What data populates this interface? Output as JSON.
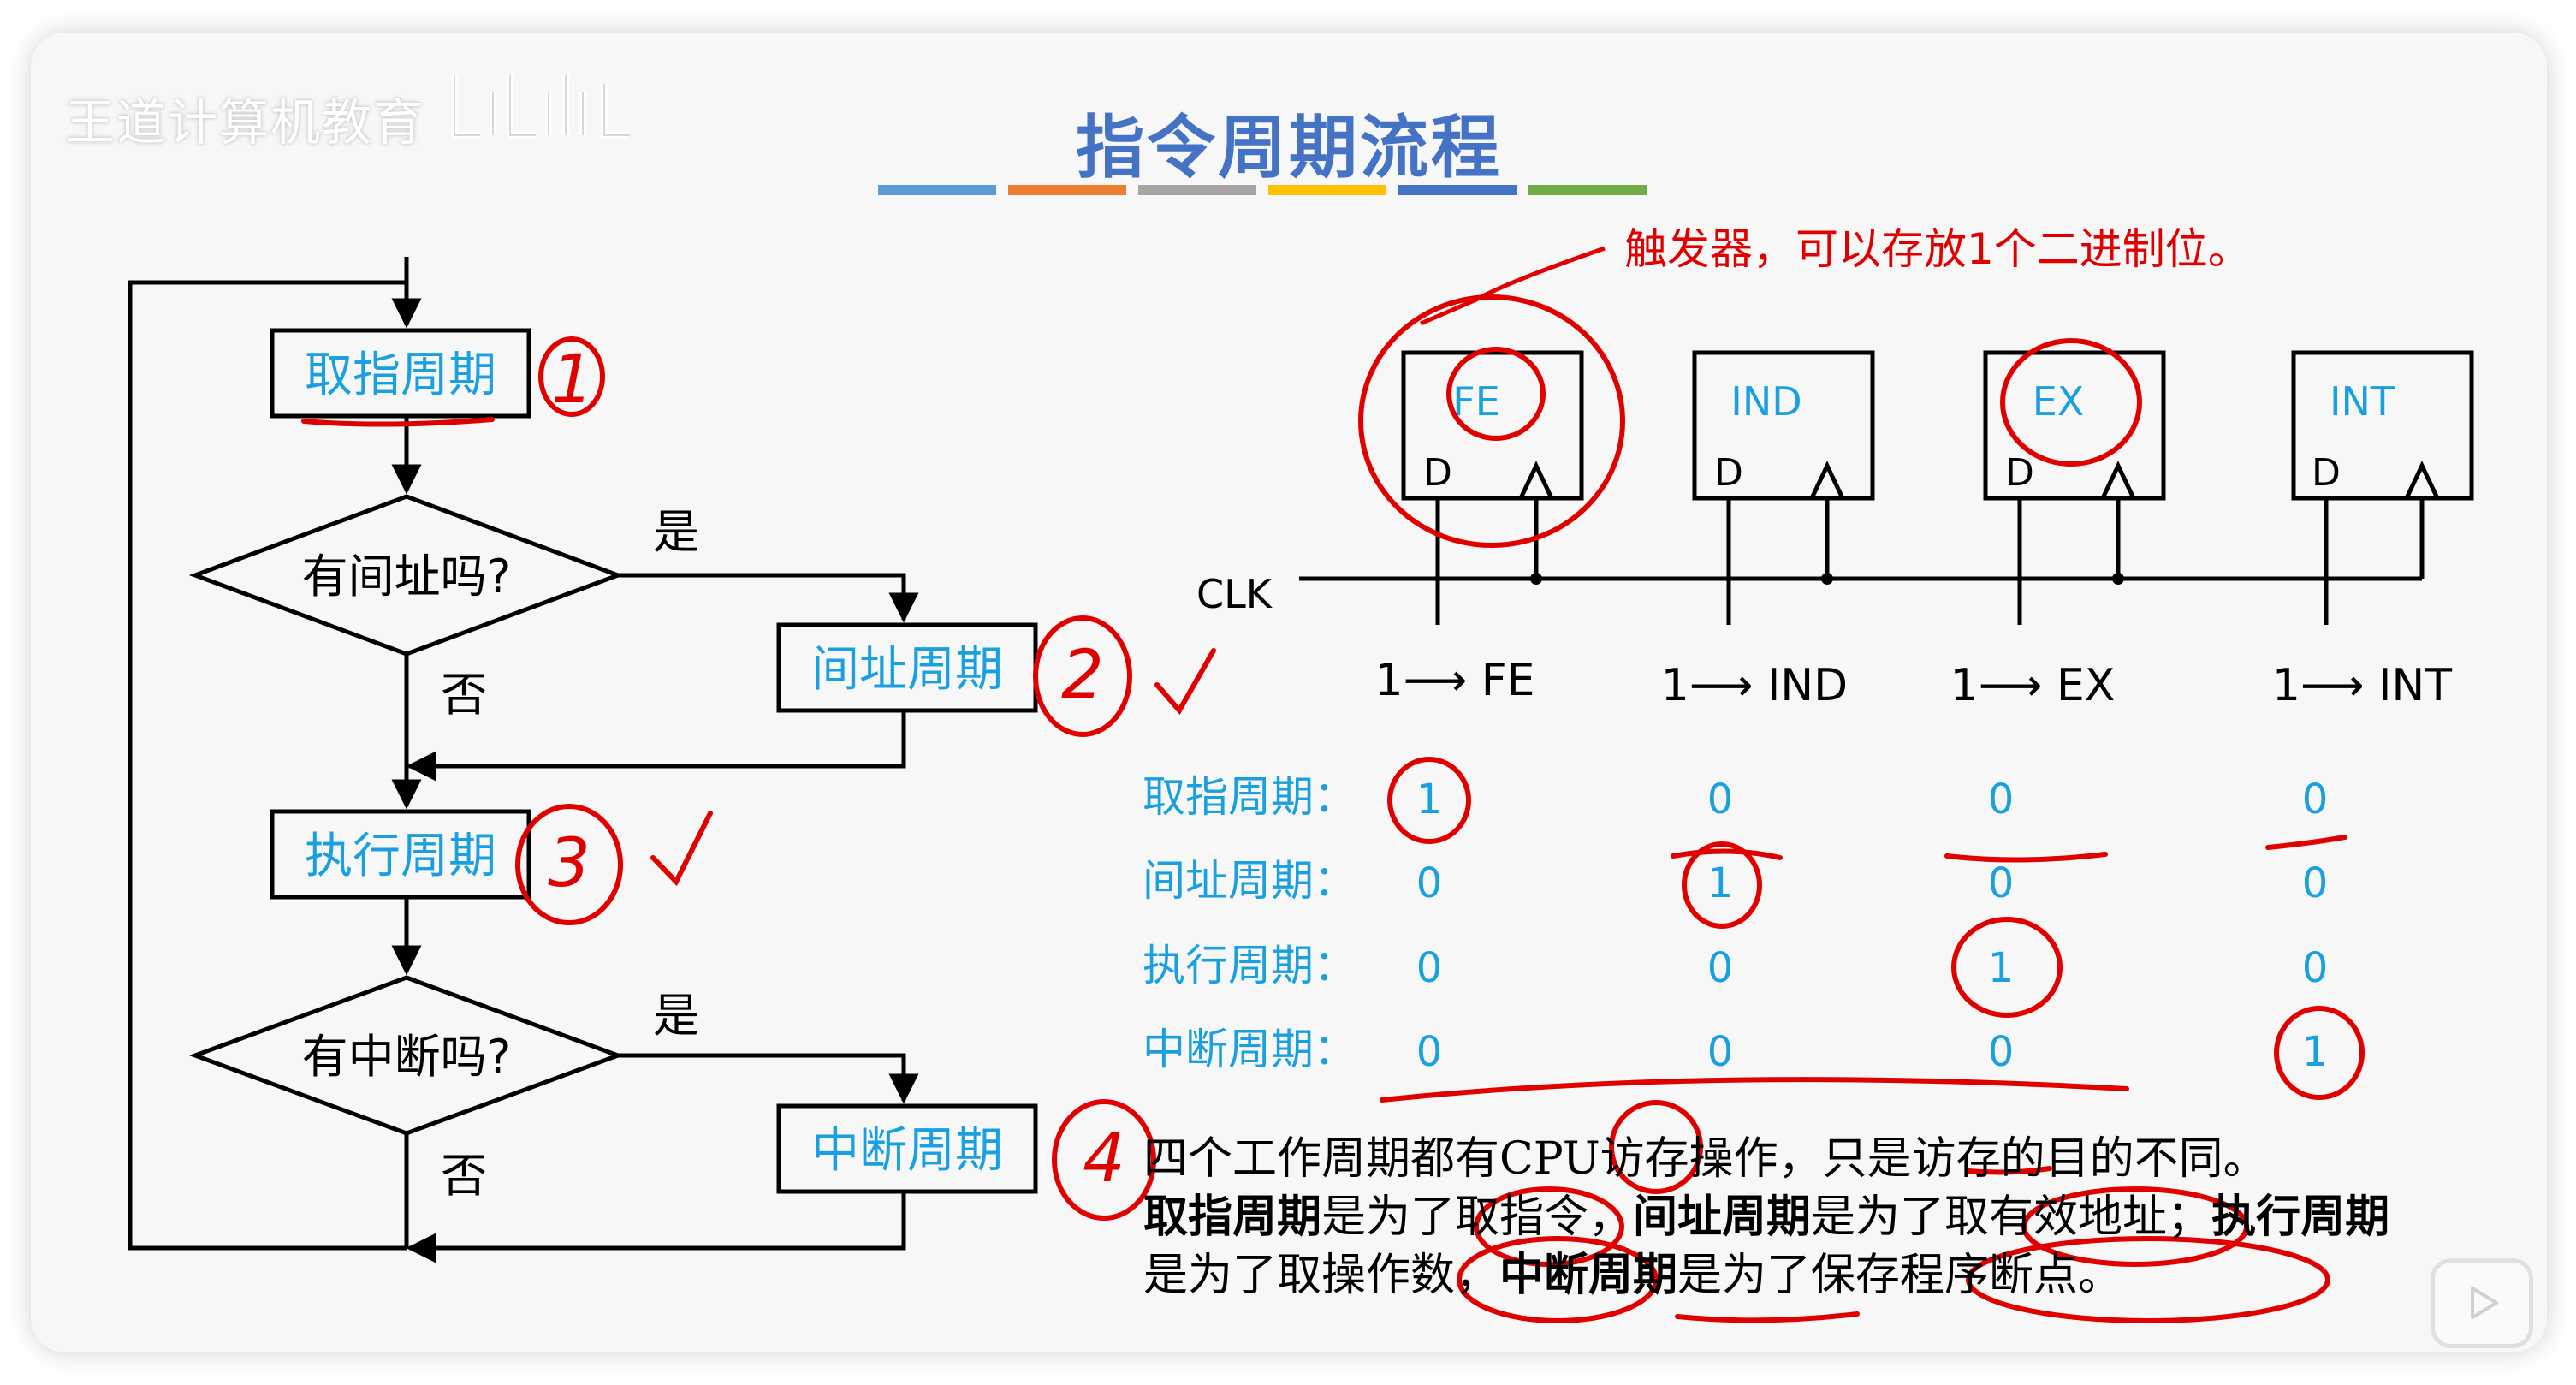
{
  "watermark": {
    "text": "王道计算机教育"
  },
  "title": "指令周期流程",
  "title_bar_colors": [
    "#5b9bd5",
    "#ed7d31",
    "#a5a5a5",
    "#ffc000",
    "#4472c4",
    "#70ad47"
  ],
  "flowchart": {
    "fetch": "取指周期",
    "q_indirect": "有间址吗?",
    "indirect": "间址周期",
    "exec": "执行周期",
    "q_interrupt": "有中断吗?",
    "interrupt": "中断周期",
    "yes": "是",
    "no": "否"
  },
  "annotation": {
    "text": "触发器，可以存放1个二进制位。"
  },
  "flipflops": [
    {
      "name": "FE",
      "d": "D",
      "set": "1⟶ FE"
    },
    {
      "name": "IND",
      "d": "D",
      "set": "1⟶ IND"
    },
    {
      "name": "EX",
      "d": "D",
      "set": "1⟶ EX"
    },
    {
      "name": "INT",
      "d": "D",
      "set": "1⟶ INT"
    }
  ],
  "clk": "CLK",
  "state_table": {
    "rows": [
      {
        "label": "取指周期：",
        "values": [
          "1",
          "0",
          "0",
          "0"
        ]
      },
      {
        "label": "间址周期：",
        "values": [
          "0",
          "1",
          "0",
          "0"
        ]
      },
      {
        "label": "执行周期：",
        "values": [
          "0",
          "0",
          "1",
          "0"
        ]
      },
      {
        "label": "中断周期：",
        "values": [
          "0",
          "0",
          "0",
          "1"
        ]
      }
    ]
  },
  "handwriting": {
    "n1": "1",
    "n2": "2",
    "n3": "3",
    "n4": "4"
  },
  "paragraph": {
    "p1": "四个工作周期都有CPU访存操作，只是访存的目的不同。",
    "p2a": "取指周期",
    "p2b": "是为了取指令，",
    "p2c": "间址周期",
    "p2d": "是为了取有效地址；",
    "p2e": "执行周期",
    "p2f": "是为了取操作数，",
    "p2g": "中断周期",
    "p2h": "是为了保存程序断点。"
  },
  "colors": {
    "accent_blue": "#4472c4",
    "text_blue": "#1aa0e0",
    "annotation_red": "#e00000"
  }
}
